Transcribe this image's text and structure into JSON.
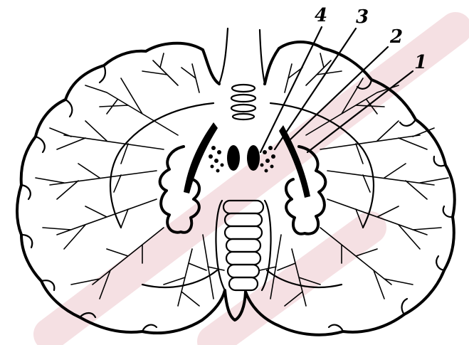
{
  "labels": [
    {
      "id": "1",
      "text": "1"
    },
    {
      "id": "2",
      "text": "2"
    },
    {
      "id": "3",
      "text": "3"
    },
    {
      "id": "4",
      "text": "4"
    }
  ],
  "colors": {
    "ink": "#000000",
    "background": "#ffffff",
    "watermark": "#b5102a"
  }
}
